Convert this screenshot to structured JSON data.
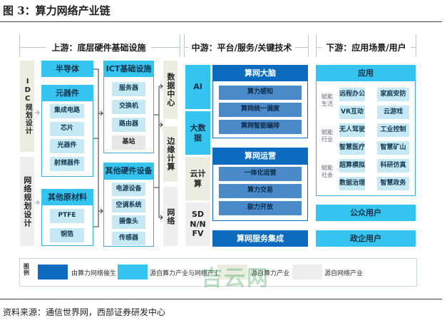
{
  "title": "图 3：算力网络产业链",
  "colors": {
    "dark_blue": "#0b6cbf",
    "light_blue": "#35c4ef",
    "beige": "#eaede0",
    "gray": "#eeeeee"
  },
  "upstream": {
    "header": "上游：底层硬件基础设施",
    "idc": "IDC规划设计",
    "network_design": "网络规划设计",
    "semiconductor": "半导体",
    "components": {
      "title": "元器件",
      "items": [
        "集成电路",
        "芯片",
        "光器件",
        "射频器件"
      ]
    },
    "materials": {
      "title": "其他原材料",
      "items": [
        "PTFE",
        "铜箔"
      ]
    },
    "ict": {
      "title": "ICT基础设施",
      "items": [
        "服务器",
        "交换机",
        "路由器",
        "基站"
      ]
    },
    "hardware": {
      "title": "其他硬件设备",
      "items": [
        "电源设备",
        "空调系统",
        "摄像头",
        "传感器"
      ]
    },
    "outputs": [
      "数据中心",
      "边缘计算",
      "网络"
    ]
  },
  "midstream": {
    "header": "中游：平台/服务/关键技术",
    "tech": [
      "AI",
      "大数据",
      "云计算",
      "SDN/NFV"
    ],
    "brain": {
      "title": "算网大脑",
      "items": [
        "算力感知",
        "算网统一调度",
        "算网智能编排"
      ]
    },
    "ops": {
      "title": "算网运营",
      "items": [
        "一体化运营",
        "算力交易",
        "能力开放"
      ]
    },
    "integration": "算网服务集成"
  },
  "downstream": {
    "header": "下游：应用场景/用户",
    "app_title": "应用",
    "groups": [
      {
        "label": "赋能生活",
        "items": [
          "远程办公",
          "家庭安防",
          "VR互动",
          "云游戏"
        ]
      },
      {
        "label": "赋能行业",
        "items": [
          "无人驾驶",
          "工业控制",
          "智慧医疗",
          "智慧矿山"
        ]
      },
      {
        "label": "赋能社会",
        "items": [
          "超算模拟",
          "科研仿真",
          "数据治理",
          "智慧政务"
        ]
      }
    ],
    "public_users": "公众用户",
    "enterprise_users": "政企用户"
  },
  "legend": {
    "title": "图例",
    "items": [
      "由算力网络催生",
      "源自算力产业与网络产业",
      "源自算力产业",
      "源自网络产业"
    ]
  },
  "watermark": "吉云网",
  "source": "资料来源：通信世界网，西部证券研发中心"
}
